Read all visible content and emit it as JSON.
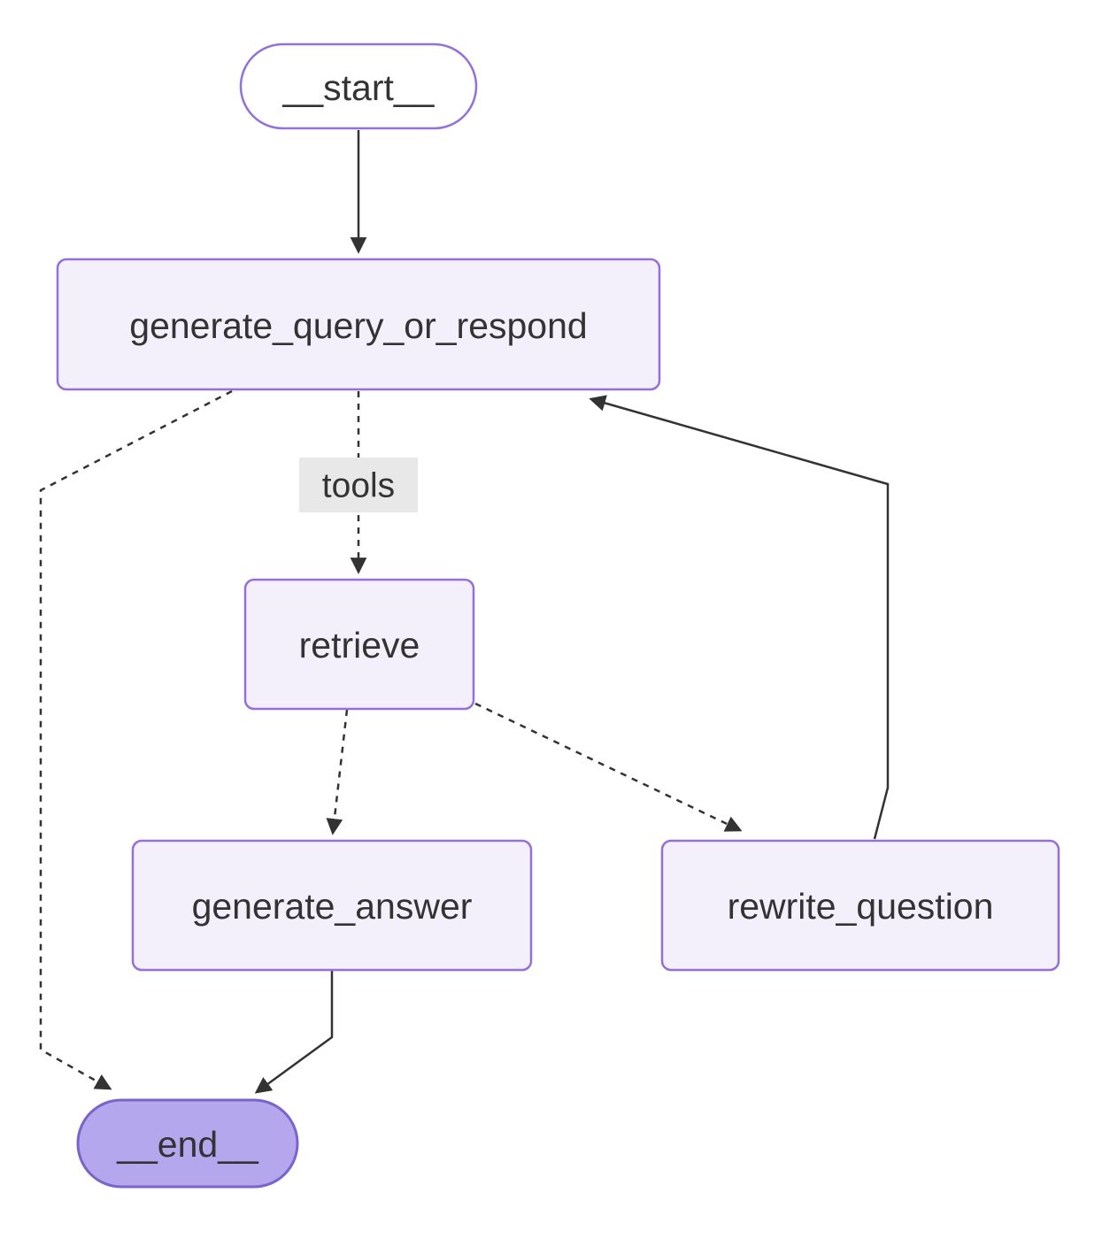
{
  "diagram": {
    "type": "flowchart",
    "nodes": {
      "start": {
        "label": "__start__",
        "shape": "stadium"
      },
      "generate_query_or_respond": {
        "label": "generate_query_or_respond",
        "shape": "rect"
      },
      "retrieve": {
        "label": "retrieve",
        "shape": "rect"
      },
      "generate_answer": {
        "label": "generate_answer",
        "shape": "rect"
      },
      "rewrite_question": {
        "label": "rewrite_question",
        "shape": "rect"
      },
      "end": {
        "label": "__end__",
        "shape": "stadium"
      }
    },
    "edges": [
      {
        "from": "__start__",
        "to": "generate_query_or_respond",
        "style": "solid",
        "label": ""
      },
      {
        "from": "generate_query_or_respond",
        "to": "retrieve",
        "style": "dashed",
        "label": "tools"
      },
      {
        "from": "generate_query_or_respond",
        "to": "__end__",
        "style": "dashed",
        "label": ""
      },
      {
        "from": "retrieve",
        "to": "generate_answer",
        "style": "dashed",
        "label": ""
      },
      {
        "from": "retrieve",
        "to": "rewrite_question",
        "style": "dashed",
        "label": ""
      },
      {
        "from": "rewrite_question",
        "to": "generate_query_or_respond",
        "style": "solid",
        "label": ""
      },
      {
        "from": "generate_answer",
        "to": "__end__",
        "style": "solid",
        "label": ""
      }
    ],
    "colors": {
      "node_fill": "#f3f0fc",
      "node_border": "#9370DB",
      "start_fill": "#ffffff",
      "end_fill": "#b5a7ee",
      "end_border": "#7a63c9",
      "edge": "#333333",
      "label_bg": "#e8e8e8",
      "text": "#333333"
    }
  }
}
